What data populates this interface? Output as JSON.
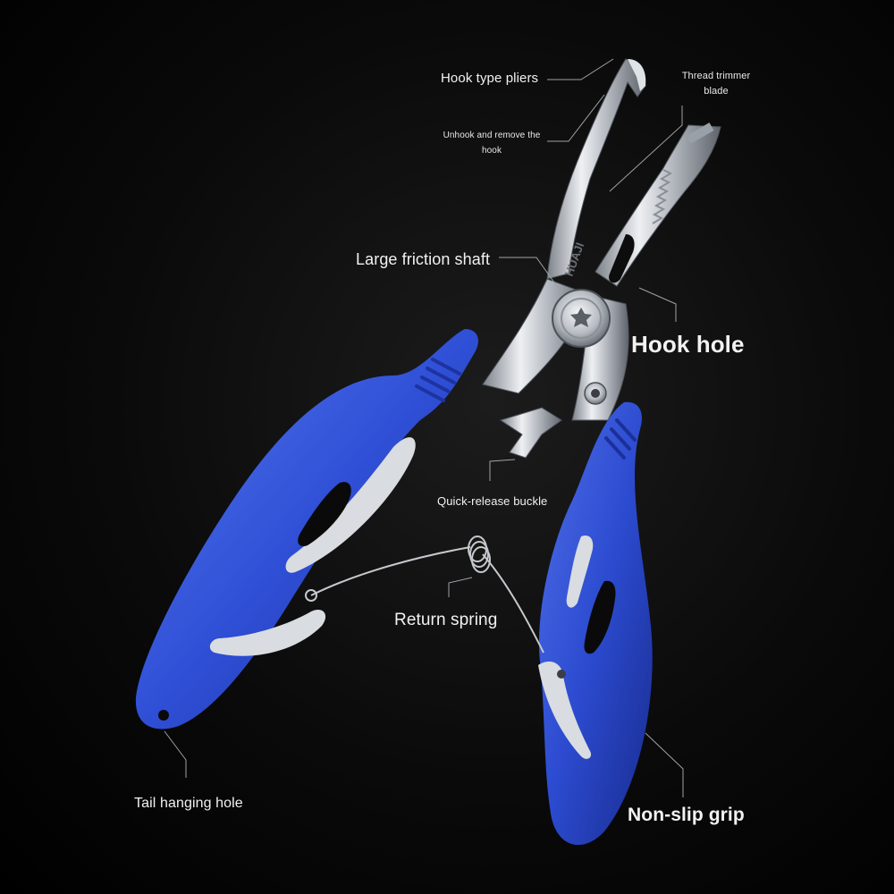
{
  "labels": {
    "hook_type_pliers": "Hook type pliers",
    "thread_trimmer_blade_line1": "Thread trimmer",
    "thread_trimmer_blade_line2": "blade",
    "unhook_line1": "Unhook and remove the",
    "unhook_line2": "hook",
    "large_friction_shaft": "Large friction shaft",
    "hook_hole": "Hook hole",
    "quick_release_buckle": "Quick-release buckle",
    "return_spring": "Return spring",
    "tail_hanging_hole": "Tail hanging hole",
    "non_slip_grip": "Non-slip grip"
  },
  "product": {
    "brand_engraving": "HUAJI",
    "handle_color": "#2f4fd6",
    "steel_color": "#c9ccd2"
  }
}
